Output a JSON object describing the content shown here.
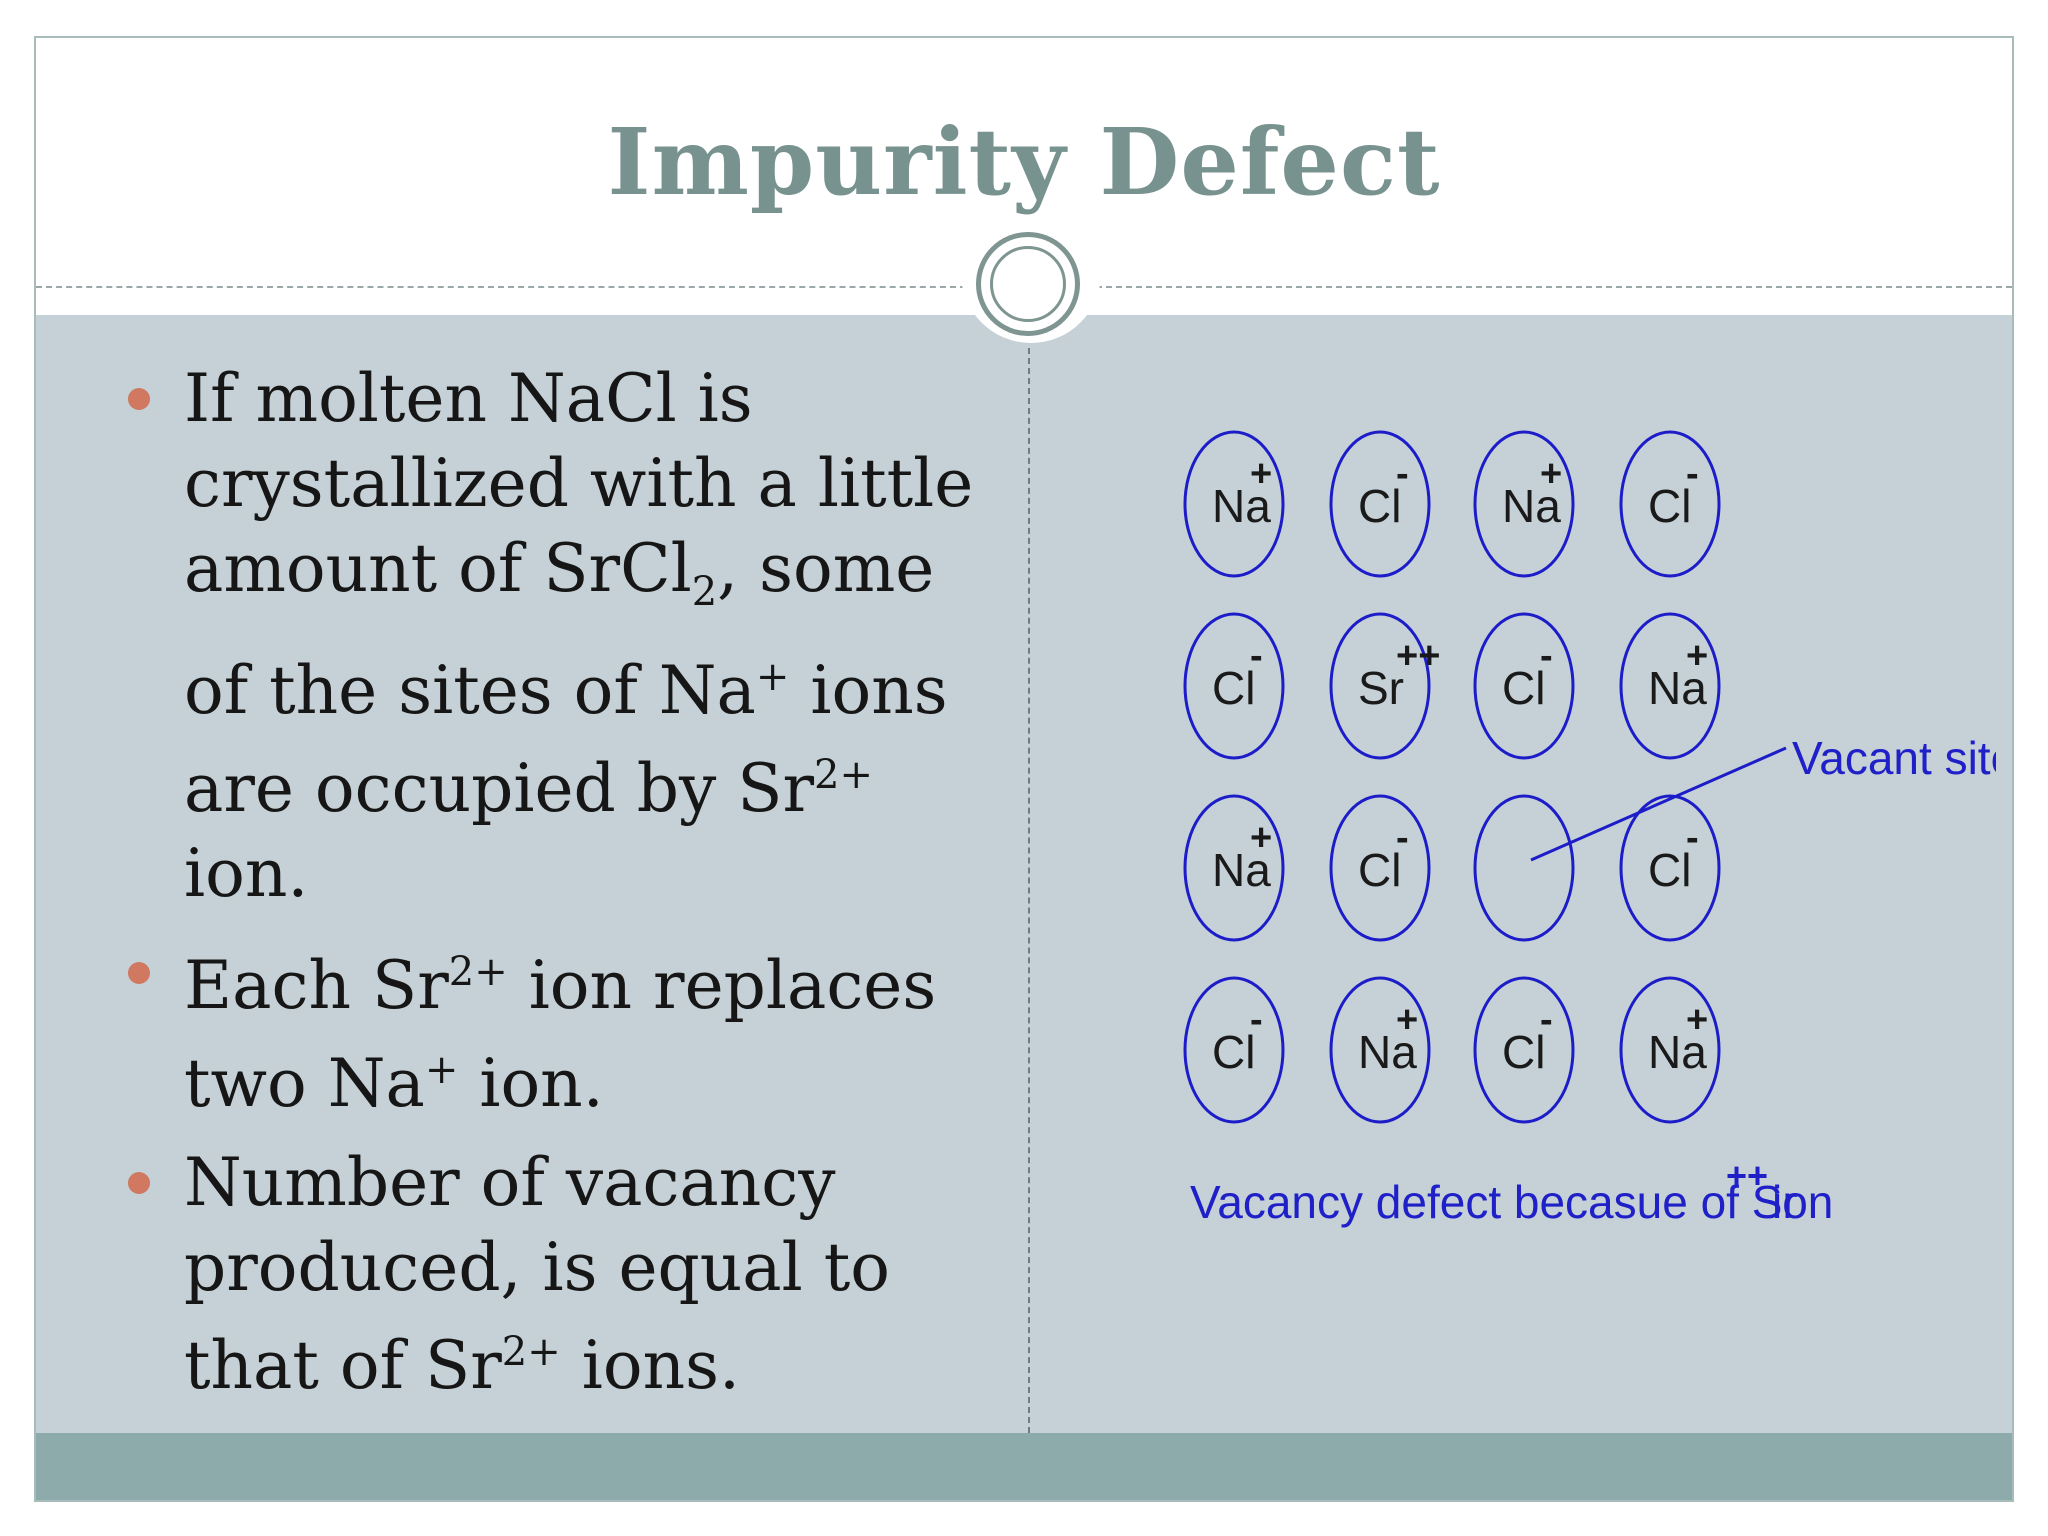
{
  "slide": {
    "title": "Impurity Defect",
    "bullets": [
      {
        "parts": [
          "If molten NaCl is crystallized with a little amount of SrCl",
          "2",
          ", some of the sites of Na",
          "+",
          " ions are occupied by Sr",
          "2+",
          " ion."
        ]
      },
      {
        "parts": [
          "Each Sr",
          "2+",
          " ion replaces two Na",
          "+",
          " ion."
        ]
      },
      {
        "parts": [
          "Number of vacancy produced, is equal to that of Sr",
          "2+",
          " ions."
        ]
      }
    ]
  },
  "diagram": {
    "rows": [
      [
        {
          "symbol": "Na",
          "charge": "+"
        },
        {
          "symbol": "Cl",
          "charge": "-"
        },
        {
          "symbol": "Na",
          "charge": "+"
        },
        {
          "symbol": "Cl",
          "charge": "-"
        }
      ],
      [
        {
          "symbol": "Cl",
          "charge": "-"
        },
        {
          "symbol": "Sr",
          "charge": "++"
        },
        {
          "symbol": "Cl",
          "charge": "-"
        },
        {
          "symbol": "Na",
          "charge": "+"
        }
      ],
      [
        {
          "symbol": "Na",
          "charge": "+"
        },
        {
          "symbol": "Cl",
          "charge": "-"
        },
        {
          "symbol": "",
          "charge": ""
        },
        {
          "symbol": "Cl",
          "charge": "-"
        }
      ],
      [
        {
          "symbol": "Cl",
          "charge": "-"
        },
        {
          "symbol": "Na",
          "charge": "+"
        },
        {
          "symbol": "Cl",
          "charge": "-"
        },
        {
          "symbol": "Na",
          "charge": "+"
        }
      ]
    ],
    "vacant_label": "Vacant site",
    "caption": "Vacancy defect becasue of Sr",
    "caption_superscript": "++",
    "caption_end": "ion",
    "colors": {
      "circle": "#1c1cc8",
      "label": "#2020c8",
      "ion_text": "#1a1a1a"
    }
  }
}
